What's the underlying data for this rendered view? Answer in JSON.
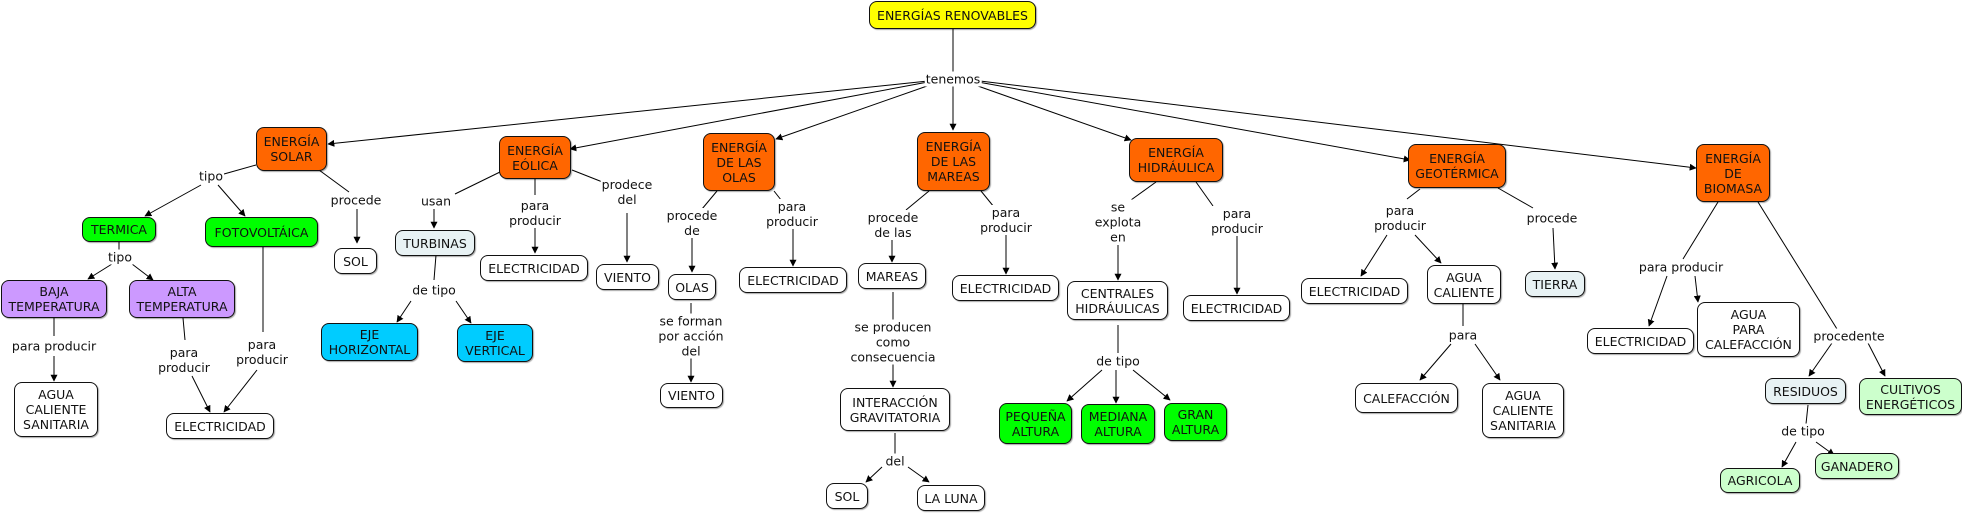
{
  "colors": {
    "yellow": "#ffff00",
    "orange": "#ff6600",
    "green": "#00ff00",
    "lavender": "#cc99ff",
    "blue": "#00ccff",
    "white": "#ffffff",
    "palegray": "#e8f2f4",
    "palegreen": "#ccffcc"
  },
  "nodes": {
    "root": {
      "text": "ENERGÍAS RENOVABLES",
      "color": "yellow"
    },
    "solar": {
      "text": "ENERGÍA\nSOLAR",
      "color": "orange"
    },
    "eolica": {
      "text": "ENERGÍA\nEÓLICA",
      "color": "orange"
    },
    "olas": {
      "text": "ENERGÍA\nDE LAS\nOLAS",
      "color": "orange"
    },
    "mareas": {
      "text": "ENERGÍA\nDE LAS\nMAREAS",
      "color": "orange"
    },
    "hidraulica": {
      "text": "ENERGÍA\nHIDRÁULICA",
      "color": "orange"
    },
    "geotermica": {
      "text": "ENERGÍA\nGEOTÉRMICA",
      "color": "orange"
    },
    "biomasa": {
      "text": "ENERGÍA\nDE\nBIOMASA",
      "color": "orange"
    },
    "termica": {
      "text": "TERMICA",
      "color": "green"
    },
    "fotovoltaica": {
      "text": "FOTOVOLTÁICA",
      "color": "green"
    },
    "sol1": {
      "text": "SOL",
      "color": "white"
    },
    "baja_temp": {
      "text": "BAJA\nTEMPERATURA",
      "color": "lavender"
    },
    "alta_temp": {
      "text": "ALTA\nTEMPERATURA",
      "color": "lavender"
    },
    "agua_sanitaria1": {
      "text": "AGUA\nCALIENTE\nSANITARIA",
      "color": "white"
    },
    "electricidad_solar": {
      "text": "ELECTRICIDAD",
      "color": "white"
    },
    "turbinas": {
      "text": "TURBINAS",
      "color": "palegray"
    },
    "electricidad_eolica": {
      "text": "ELECTRICIDAD",
      "color": "white"
    },
    "viento1": {
      "text": "VIENTO",
      "color": "white"
    },
    "eje_h": {
      "text": "EJE\nHORIZONTAL",
      "color": "blue"
    },
    "eje_v": {
      "text": "EJE\nVERTICAL",
      "color": "blue"
    },
    "olas_node": {
      "text": "OLAS",
      "color": "white"
    },
    "electricidad_olas": {
      "text": "ELECTRICIDAD",
      "color": "white"
    },
    "viento2": {
      "text": "VIENTO",
      "color": "white"
    },
    "mareas_node": {
      "text": "MAREAS",
      "color": "white"
    },
    "electricidad_mareas": {
      "text": "ELECTRICIDAD",
      "color": "white"
    },
    "interaccion": {
      "text": "INTERACCIÓN\nGRAVITATORIA",
      "color": "white"
    },
    "sol2": {
      "text": "SOL",
      "color": "white"
    },
    "luna": {
      "text": "LA LUNA",
      "color": "white"
    },
    "centrales": {
      "text": "CENTRALES\nHIDRÁULICAS",
      "color": "white"
    },
    "electricidad_hidro": {
      "text": "ELECTRICIDAD",
      "color": "white"
    },
    "pequena": {
      "text": "PEQUEÑA\nALTURA",
      "color": "green"
    },
    "mediana": {
      "text": "MEDIANA\nALTURA",
      "color": "green"
    },
    "gran": {
      "text": "GRAN\nALTURA",
      "color": "green"
    },
    "electricidad_geo": {
      "text": "ELECTRICIDAD",
      "color": "white"
    },
    "agua_caliente": {
      "text": "AGUA\nCALIENTE",
      "color": "white"
    },
    "tierra": {
      "text": "TIERRA",
      "color": "palegray"
    },
    "calefaccion": {
      "text": "CALEFACCIÓN",
      "color": "white"
    },
    "agua_sanitaria2": {
      "text": "AGUA\nCALIENTE\nSANITARIA",
      "color": "white"
    },
    "electricidad_bio": {
      "text": "ELECTRICIDAD",
      "color": "white"
    },
    "agua_calefaccion": {
      "text": "AGUA\nPARA\nCALEFACCIÓN",
      "color": "white"
    },
    "residuos": {
      "text": "RESIDUOS",
      "color": "palegray"
    },
    "cultivos": {
      "text": "CULTIVOS\nENERGÉTICOS",
      "color": "palegreen"
    },
    "agricola": {
      "text": "AGRICOLA",
      "color": "palegreen"
    },
    "ganadero": {
      "text": "GANADERO",
      "color": "palegreen"
    }
  },
  "labels": {
    "tenemos": "tenemos",
    "solar_tipo": "tipo",
    "solar_procede": "procede",
    "termica_tipo": "tipo",
    "baja_para_producir": "para producir",
    "alta_para_producir": "para\nproducir",
    "foto_para_producir": "para\nproducir",
    "eolica_usan": "usan",
    "eolica_para_producir": "para\nproducir",
    "eolica_prodece_del": "prodece\ndel",
    "turbinas_de_tipo": "de tipo",
    "olas_procede_de": "procede\nde",
    "olas_para_producir": "para\nproducir",
    "olas_se_forman": "se forman\npor acción\ndel",
    "mareas_procede_de_las": "procede\nde las",
    "mareas_para_producir": "para\nproducir",
    "mareas_se_producen": "se producen\ncomo\nconsecuencia",
    "interaccion_del": "del",
    "hidro_se_explota": "se\nexplota\nen",
    "hidro_para_producir": "para\nproducir",
    "centrales_de_tipo": "de tipo",
    "geo_para_producir": "para\nproducir",
    "geo_procede": "procede",
    "agua_para": "para",
    "bio_para_producir": "para producir",
    "bio_procedente": "procedente",
    "residuos_de_tipo": "de tipo"
  }
}
